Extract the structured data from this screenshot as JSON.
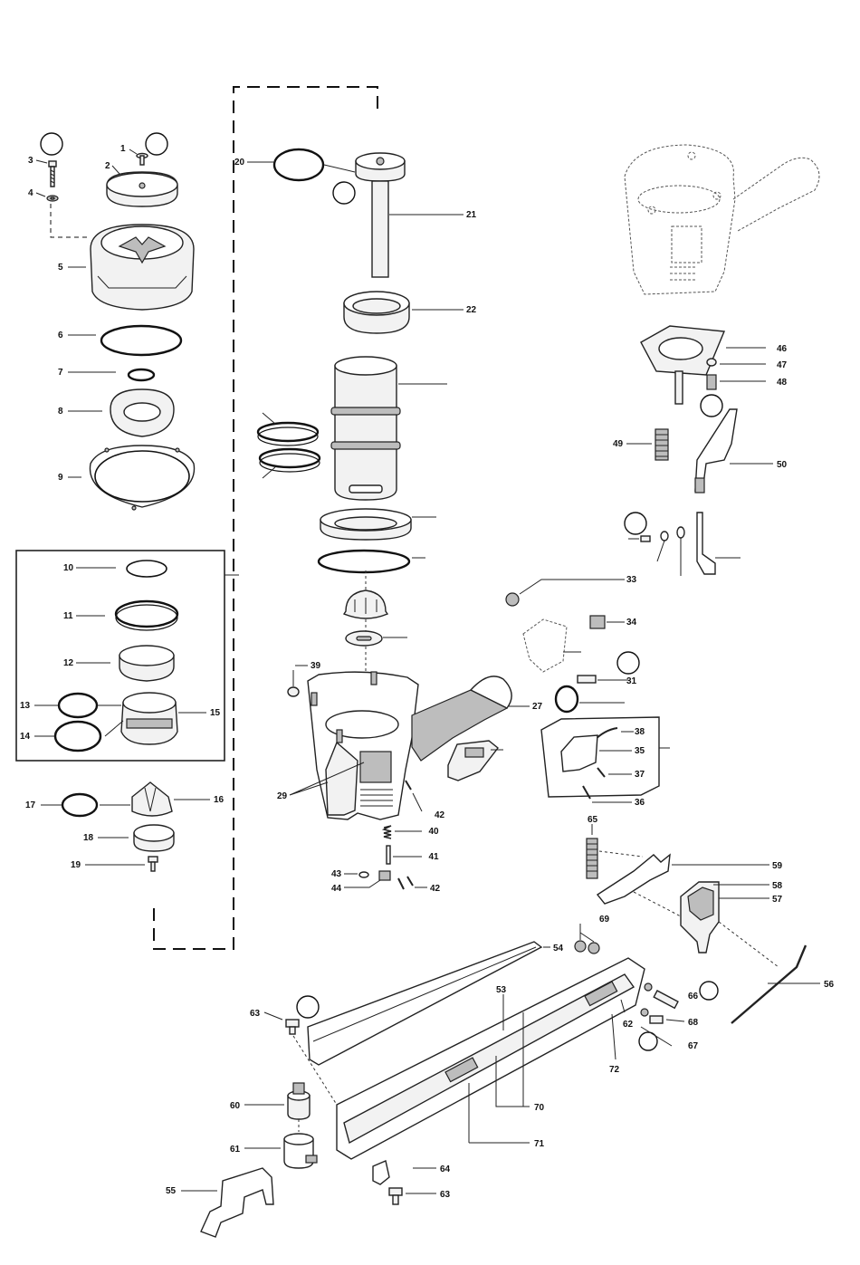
{
  "diagram": {
    "labels": [
      {
        "id": "1",
        "text": "1"
      },
      {
        "id": "2",
        "text": "2"
      },
      {
        "id": "3",
        "text": "3"
      },
      {
        "id": "4",
        "text": "4"
      },
      {
        "id": "5",
        "text": "5"
      },
      {
        "id": "6",
        "text": "6"
      },
      {
        "id": "7",
        "text": "7"
      },
      {
        "id": "8",
        "text": "8"
      },
      {
        "id": "9",
        "text": "9"
      },
      {
        "id": "10",
        "text": "10"
      },
      {
        "id": "11",
        "text": "11"
      },
      {
        "id": "12",
        "text": "12"
      },
      {
        "id": "13",
        "text": "13"
      },
      {
        "id": "14",
        "text": "14"
      },
      {
        "id": "15",
        "text": "15"
      },
      {
        "id": "16",
        "text": "16"
      },
      {
        "id": "17",
        "text": "17"
      },
      {
        "id": "18",
        "text": "18"
      },
      {
        "id": "19",
        "text": "19"
      },
      {
        "id": "20",
        "text": "20"
      },
      {
        "id": "21",
        "text": "21"
      },
      {
        "id": "22",
        "text": "22"
      },
      {
        "id": "27",
        "text": "27"
      },
      {
        "id": "29",
        "text": "29"
      },
      {
        "id": "31",
        "text": "31"
      },
      {
        "id": "33",
        "text": "33"
      },
      {
        "id": "34",
        "text": "34"
      },
      {
        "id": "35",
        "text": "35"
      },
      {
        "id": "36",
        "text": "36"
      },
      {
        "id": "37",
        "text": "37"
      },
      {
        "id": "38",
        "text": "38"
      },
      {
        "id": "39",
        "text": "39"
      },
      {
        "id": "40",
        "text": "40"
      },
      {
        "id": "41",
        "text": "41"
      },
      {
        "id": "42a",
        "text": "42"
      },
      {
        "id": "42b",
        "text": "42"
      },
      {
        "id": "43",
        "text": "43"
      },
      {
        "id": "44",
        "text": "44"
      },
      {
        "id": "46",
        "text": "46"
      },
      {
        "id": "47",
        "text": "47"
      },
      {
        "id": "48",
        "text": "48"
      },
      {
        "id": "49",
        "text": "49"
      },
      {
        "id": "50",
        "text": "50"
      },
      {
        "id": "53",
        "text": "53"
      },
      {
        "id": "54",
        "text": "54"
      },
      {
        "id": "55",
        "text": "55"
      },
      {
        "id": "56",
        "text": "56"
      },
      {
        "id": "57",
        "text": "57"
      },
      {
        "id": "58",
        "text": "58"
      },
      {
        "id": "59",
        "text": "59"
      },
      {
        "id": "60",
        "text": "60"
      },
      {
        "id": "61",
        "text": "61"
      },
      {
        "id": "62",
        "text": "62"
      },
      {
        "id": "63a",
        "text": "63"
      },
      {
        "id": "63b",
        "text": "63"
      },
      {
        "id": "64",
        "text": "64"
      },
      {
        "id": "65",
        "text": "65"
      },
      {
        "id": "66",
        "text": "66"
      },
      {
        "id": "67",
        "text": "67"
      },
      {
        "id": "68",
        "text": "68"
      },
      {
        "id": "69",
        "text": "69"
      },
      {
        "id": "70",
        "text": "70"
      },
      {
        "id": "71",
        "text": "71"
      },
      {
        "id": "72",
        "text": "72"
      }
    ]
  }
}
